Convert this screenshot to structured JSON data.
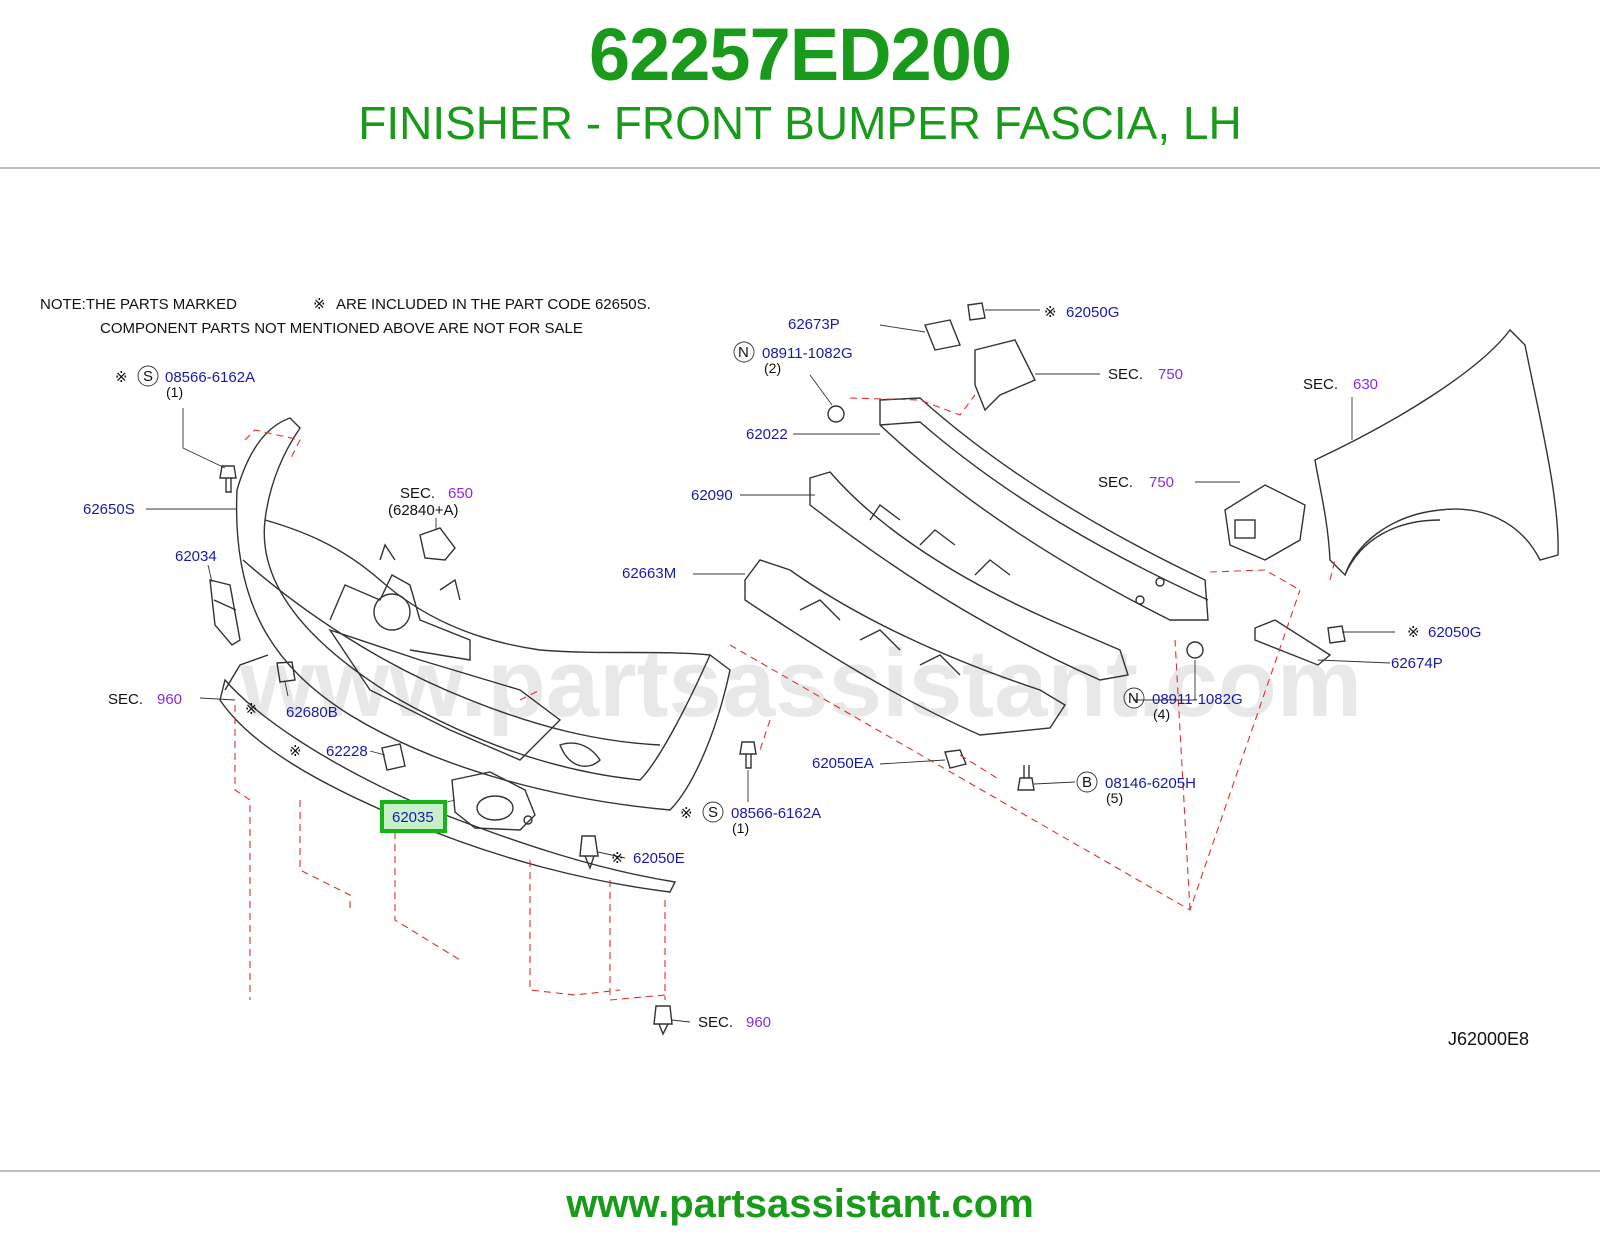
{
  "header": {
    "part_number": "62257ED200",
    "part_name": "FINISHER - FRONT BUMPER FASCIA, LH"
  },
  "note": {
    "line1_a": "NOTE:THE  PARTS  MARKED",
    "line1_b": "ARE  INCLUDED  IN  THE  PART  CODE  62650S.",
    "line2": "COMPONENT  PARTS  NOT  MENTIONED  ABOVE  ARE  NOT  FOR  SALE",
    "symbol": "※"
  },
  "watermark": "www.partsassistant.com",
  "diagram_ref": "J62000E8",
  "footer": "www.partsassistant.com",
  "labels": {
    "p08566_top": "08566-6162A",
    "p08566_top_qty": "(1)",
    "p62650S": "62650S",
    "p62034": "62034",
    "sec650": "SEC.",
    "sec650_num": "650",
    "p62840": "(62840+A)",
    "sec960_left": "SEC.",
    "sec960_left_num": "960",
    "p62680B": "62680B",
    "p62228": "62228",
    "p62035": "62035",
    "p08566_mid": "08566-6162A",
    "p08566_mid_qty": "(1)",
    "p62050E": "62050E",
    "sec960_bottom": "SEC.",
    "sec960_bottom_num": "960",
    "p62673P": "62673P",
    "p62050G_top": "62050G",
    "p08911_top": "08911-1082G",
    "p08911_top_qty": "(2)",
    "sec750_top": "SEC.",
    "sec750_top_num": "750",
    "p62022": "62022",
    "p62090": "62090",
    "sec750_mid": "SEC.",
    "sec750_mid_num": "750",
    "sec630": "SEC.",
    "sec630_num": "630",
    "p62663M": "62663M",
    "p62050G_right": "62050G",
    "p62674P": "62674P",
    "p08911_mid": "08911-1082G",
    "p08911_mid_qty": "(4)",
    "p62050EA": "62050EA",
    "p08146": "08146-6205H",
    "p08146_qty": "(5)",
    "badge_S": "S",
    "badge_N": "N",
    "badge_B": "B"
  },
  "colors": {
    "brand_green": "#1a9a1a",
    "label_blue": "#1a1aa8",
    "section_purple": "#8a2be2",
    "dash_red": "#e03030",
    "highlight_green": "#17b317"
  }
}
